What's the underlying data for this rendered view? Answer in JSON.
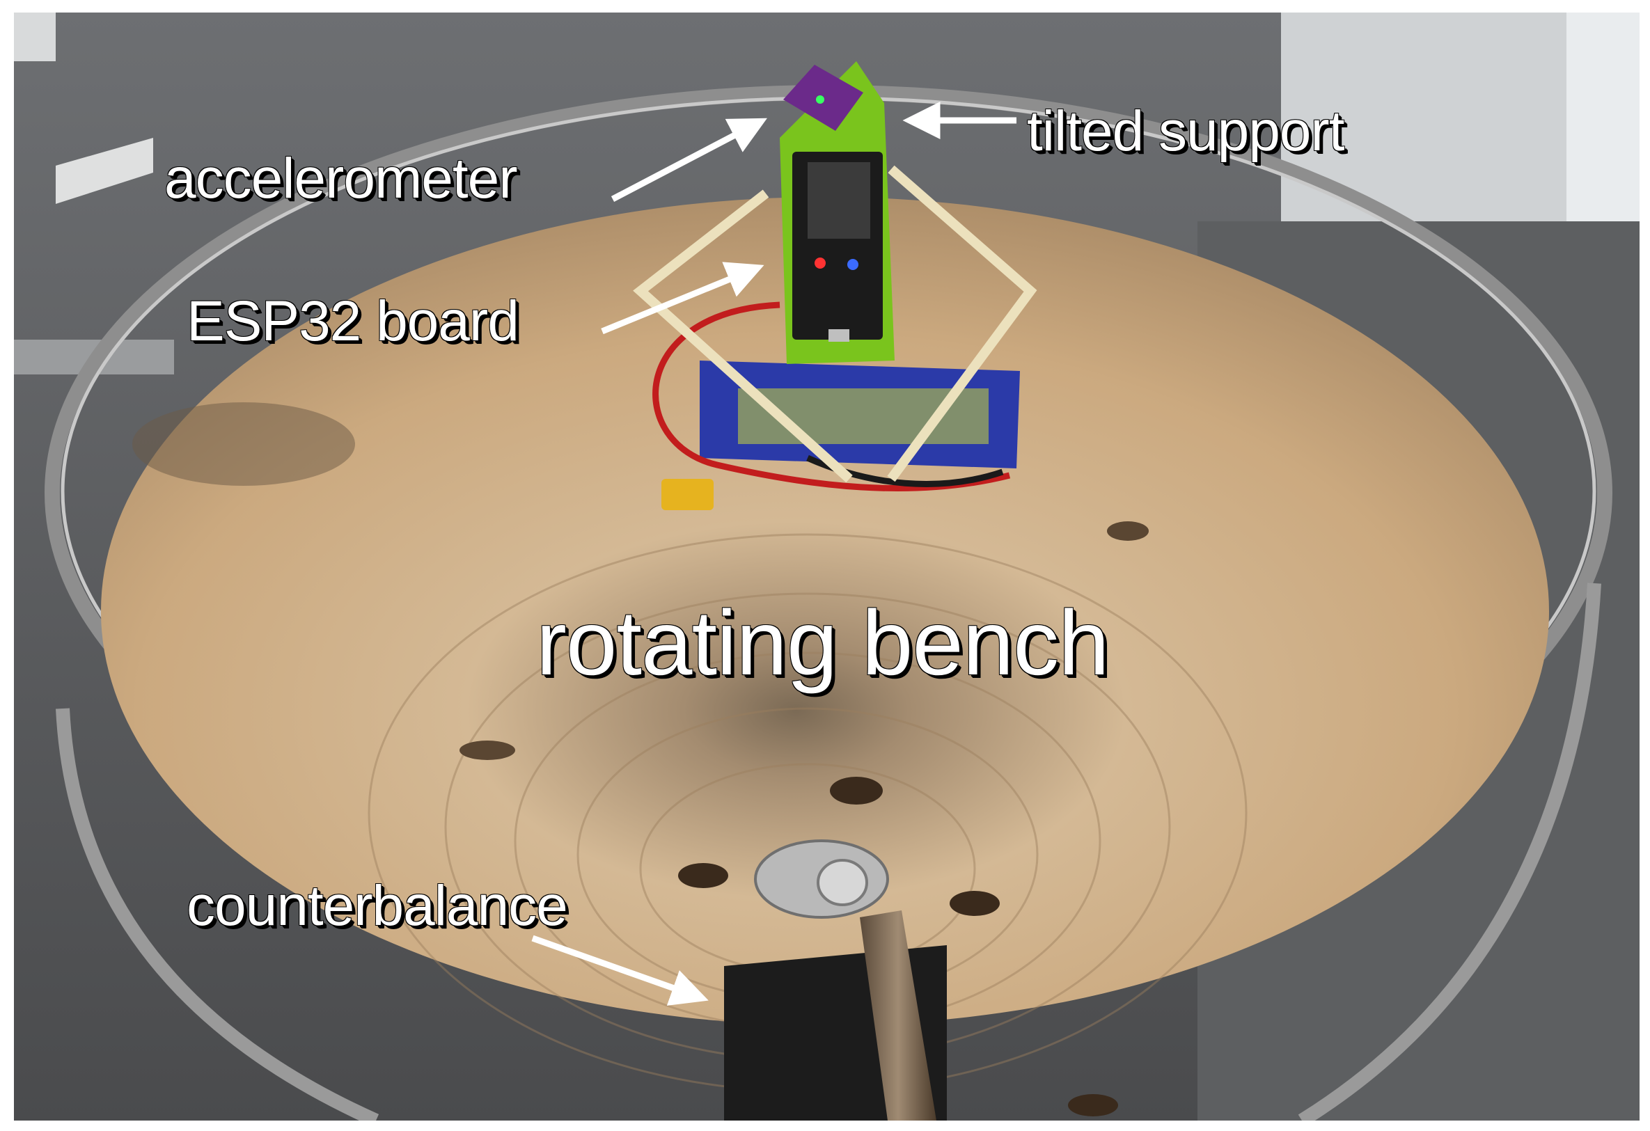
{
  "labels": {
    "accelerometer": "accelerometer",
    "tilted_support": "tilted support",
    "esp32_board": "ESP32 board",
    "rotating_bench": "rotating bench",
    "counterbalance": "counterbalance"
  },
  "colors": {
    "label_text": "#ffffff",
    "label_shadow": "#000000",
    "arrow": "#ffffff",
    "bench_wood": "#c9a882",
    "rim_metal": "#8e8e8e",
    "board_support": "#7ac41d",
    "battery": "#2b3aa8"
  }
}
